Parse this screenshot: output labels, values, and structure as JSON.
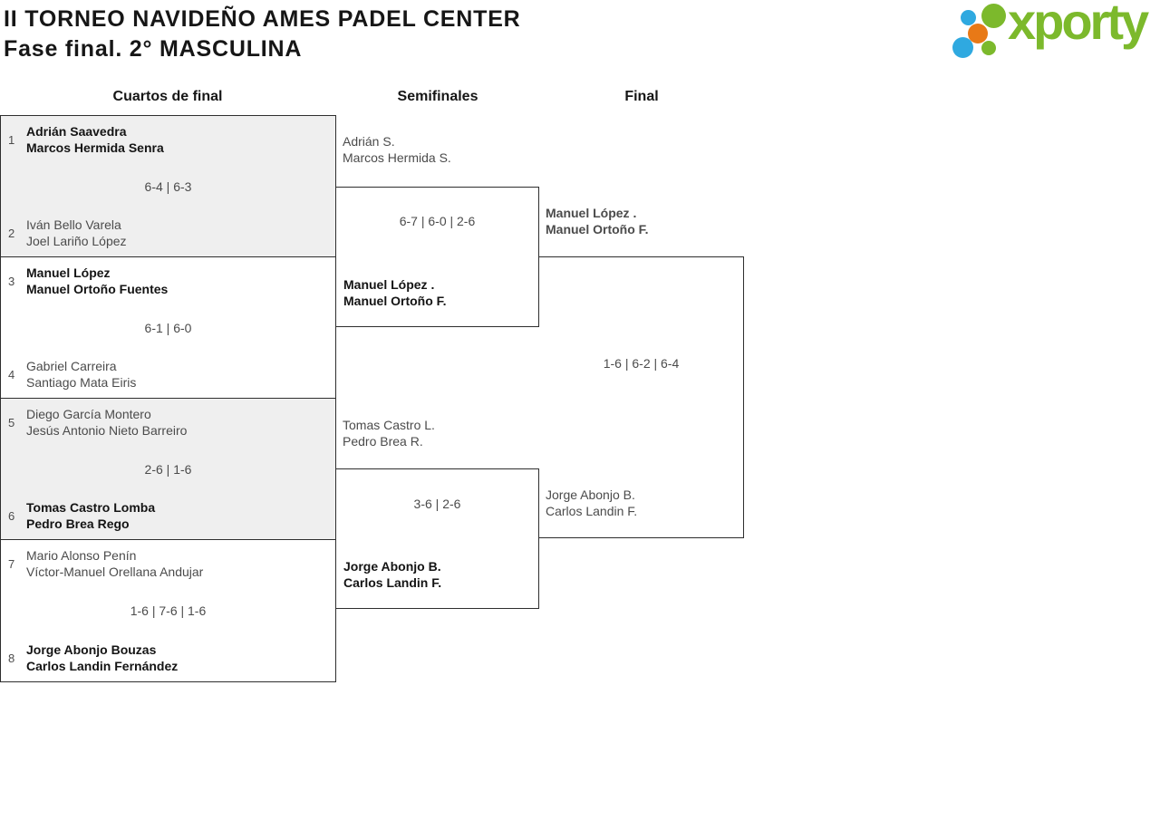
{
  "page": {
    "title_line1": "II TORNEO NAVIDEÑO AMES PADEL CENTER",
    "title_line2": "Fase final. 2° MASCULINA"
  },
  "logo": {
    "text": "xporty",
    "colors": {
      "green": "#7cb92c",
      "blue": "#2fa9e0",
      "orange": "#e87917"
    }
  },
  "columns": [
    {
      "label": "Cuartos de final"
    },
    {
      "label": "Semifinales"
    },
    {
      "label": "Final"
    }
  ],
  "quarterfinals": [
    {
      "seed1": "1",
      "team1_line1": "Adrián Saavedra",
      "team1_line2": "Marcos Hermida Senra",
      "score": "6-4 | 6-3",
      "seed2": "2",
      "team2_line1": "Iván Bello Varela",
      "team2_line2": "Joel Lariño López",
      "winner": "team1"
    },
    {
      "seed1": "3",
      "team1_line1": "Manuel López",
      "team1_line2": "Manuel Ortoño Fuentes",
      "score": "6-1 | 6-0",
      "seed2": "4",
      "team2_line1": "Gabriel Carreira",
      "team2_line2": "Santiago Mata Eiris",
      "winner": "team1"
    },
    {
      "seed1": "5",
      "team1_line1": "Diego García Montero",
      "team1_line2": "Jesús Antonio Nieto Barreiro",
      "score": "2-6 | 1-6",
      "seed2": "6",
      "team2_line1": "Tomas Castro Lomba",
      "team2_line2": "Pedro Brea Rego",
      "winner": "team2"
    },
    {
      "seed1": "7",
      "team1_line1": "Mario Alonso Penín",
      "team1_line2": "Víctor-Manuel Orellana Andujar",
      "score": "1-6 | 7-6 | 1-6",
      "seed2": "8",
      "team2_line1": "Jorge Abonjo Bouzas",
      "team2_line2": "Carlos Landin Fernández",
      "winner": "team2"
    }
  ],
  "semifinals": [
    {
      "team1_line1": "Adrián S.",
      "team1_line2": "Marcos Hermida S.",
      "score": "6-7 | 6-0 | 2-6",
      "team2_line1": "Manuel López .",
      "team2_line2": "Manuel Ortoño F.",
      "winner": "team2"
    },
    {
      "team1_line1": "Tomas Castro L.",
      "team1_line2": "Pedro Brea R.",
      "score": "3-6 | 2-6",
      "team2_line1": "Jorge Abonjo B.",
      "team2_line2": "Carlos Landin F.",
      "winner": "team2"
    }
  ],
  "final": {
    "team1_line1": "Manuel López .",
    "team1_line2": "Manuel Ortoño F.",
    "score": "1-6 | 6-2 | 6-4",
    "team2_line1": "Jorge Abonjo B.",
    "team2_line2": "Carlos Landin F.",
    "winner": "team1"
  }
}
